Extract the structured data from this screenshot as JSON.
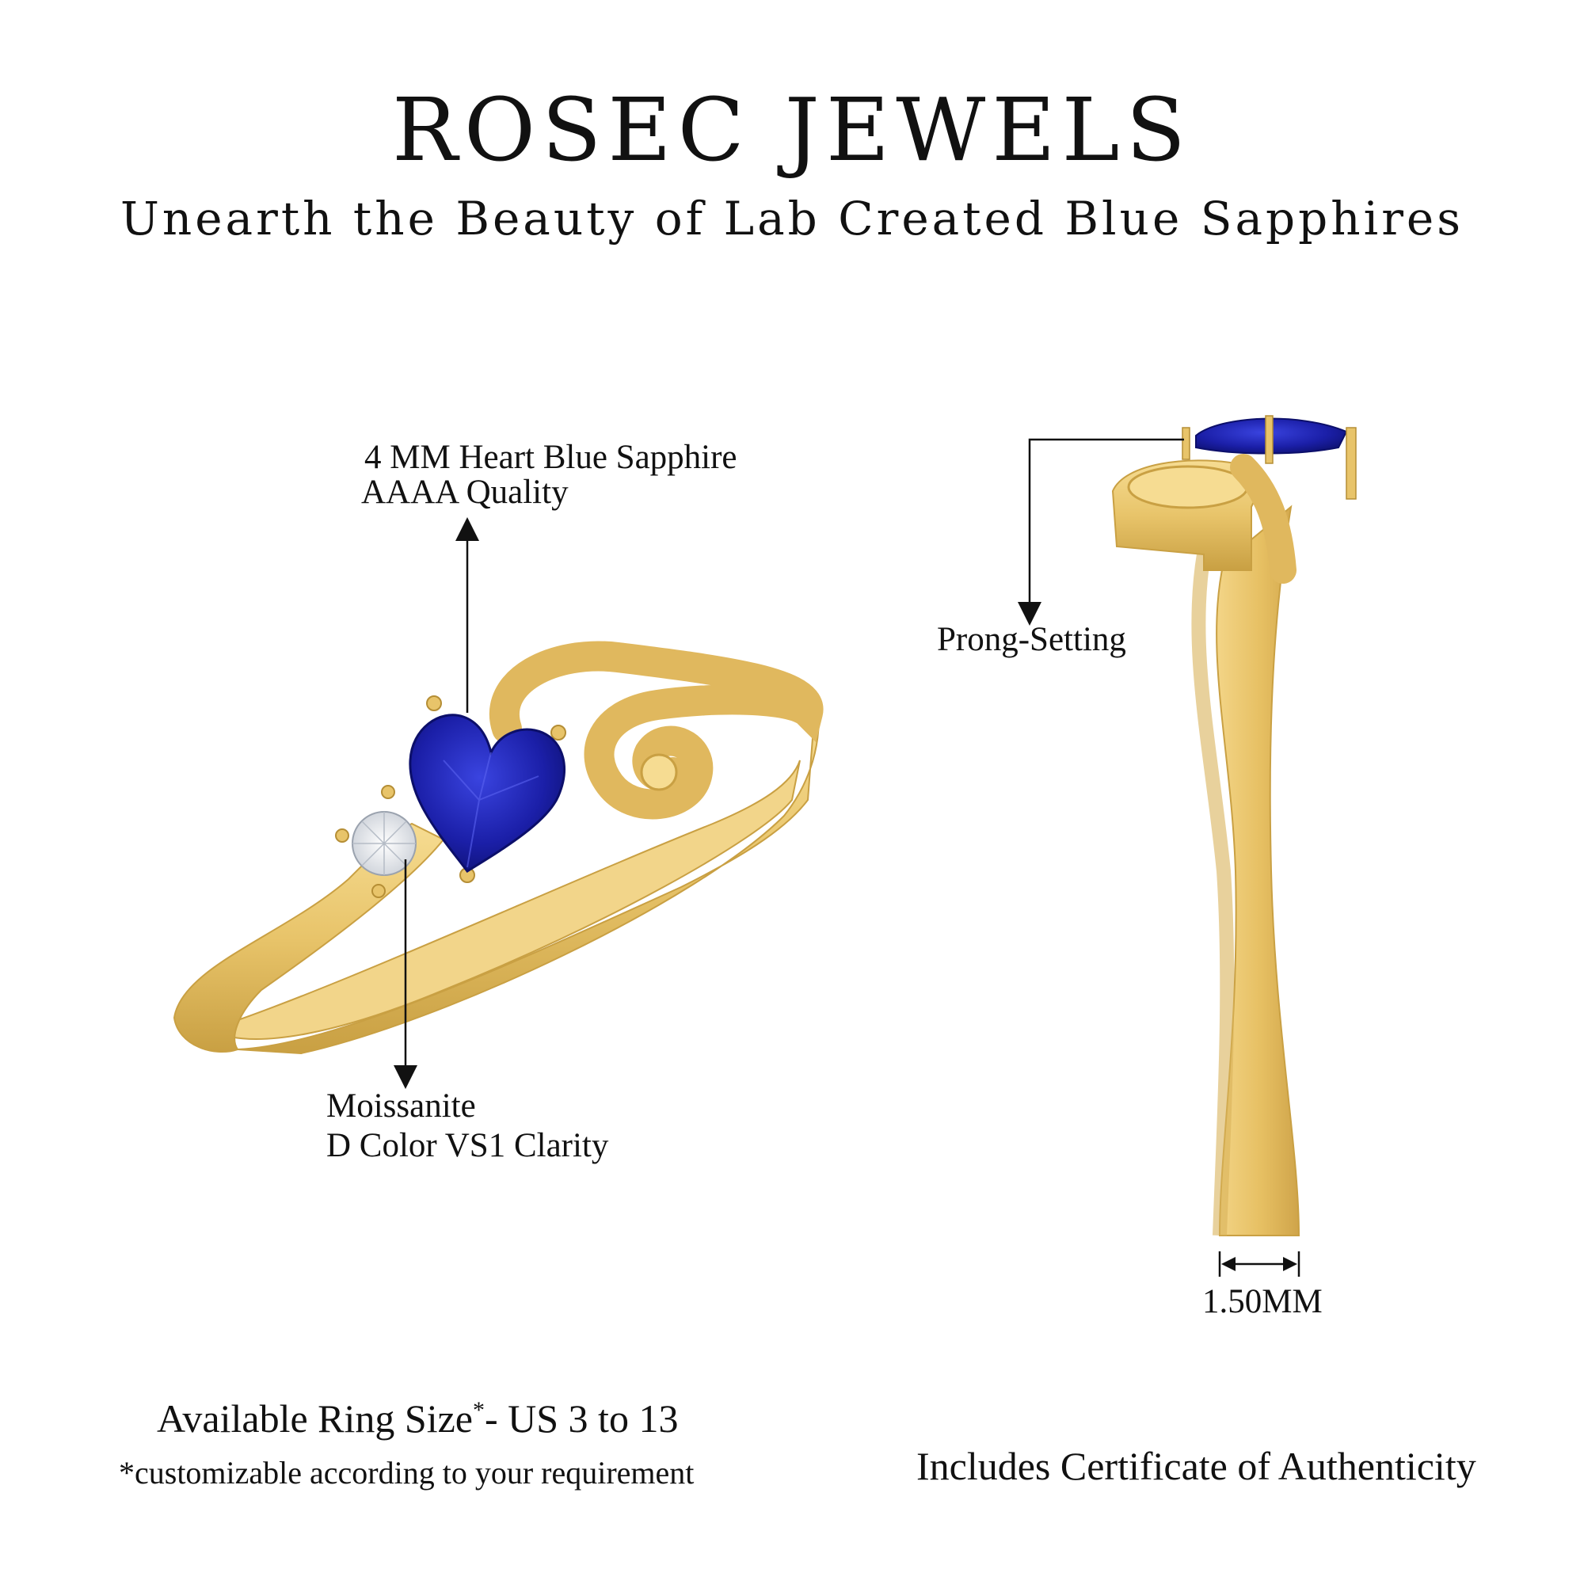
{
  "header": {
    "brand": "ROSEC JEWELS",
    "tagline": "Unearth the Beauty of Lab Created Blue Sapphires"
  },
  "callouts": {
    "sapphire_line1": "4 MM Heart Blue Sapphire",
    "sapphire_line2": "AAAA Quality",
    "moissanite_line1": "Moissanite",
    "moissanite_line2": "D Color VS1 Clarity",
    "prong": "Prong-Setting",
    "band_width": "1.50MM"
  },
  "footer": {
    "ring_size_prefix": "Available Ring Size",
    "ring_size_star": "*",
    "ring_size_suffix": "- US 3 to 13",
    "note": "*customizable according to your requirement",
    "certificate": "Includes Certificate of Authenticity"
  },
  "colors": {
    "gold": "#E8C46A",
    "gold_dark": "#C9A043",
    "sapphire": "#1B1FA8",
    "moissanite": "#F4F6F8",
    "text": "#111111"
  }
}
